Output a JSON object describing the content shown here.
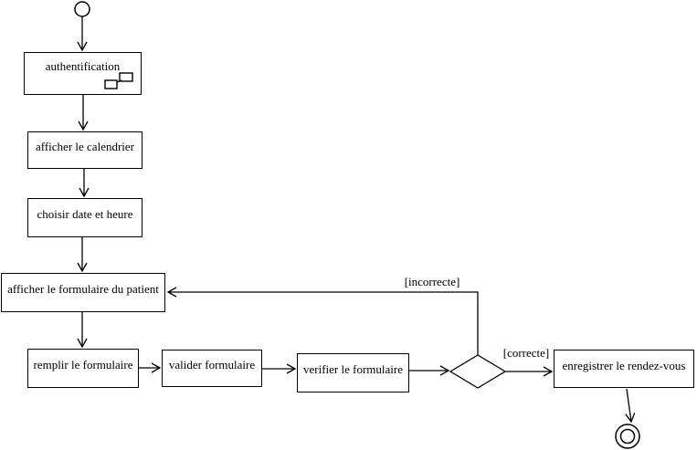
{
  "diagram": {
    "type": "uml-activity-diagram",
    "colors": {
      "stroke": "#000000",
      "node_fill": "#ffffff",
      "background": "#ffffff"
    },
    "nodes": {
      "start": {
        "kind": "initial-node"
      },
      "authentification": {
        "label": "authentification",
        "has_subactivity_icon": true
      },
      "afficher_calendrier": {
        "label": "afficher le calendrier"
      },
      "choisir_date_heure": {
        "label": "choisir date et heure"
      },
      "afficher_formulaire_patient": {
        "label": "afficher le formulaire du patient"
      },
      "remplir_formulaire": {
        "label": "remplir le formulaire"
      },
      "valider_formulaire": {
        "label": "valider formulaire"
      },
      "verifier_formulaire": {
        "label": "verifier le formulaire"
      },
      "decision": {
        "kind": "decision-diamond"
      },
      "enregistrer_rendezvous": {
        "label": "enregistrer le rendez-vous"
      },
      "end": {
        "kind": "final-node"
      }
    },
    "guards": {
      "incorrecte": "[incorrecte]",
      "correcte": "[correcte]"
    },
    "edges": [
      {
        "from": "start",
        "to": "authentification"
      },
      {
        "from": "authentification",
        "to": "afficher_calendrier"
      },
      {
        "from": "afficher_calendrier",
        "to": "choisir_date_heure"
      },
      {
        "from": "choisir_date_heure",
        "to": "afficher_formulaire_patient"
      },
      {
        "from": "afficher_formulaire_patient",
        "to": "remplir_formulaire"
      },
      {
        "from": "remplir_formulaire",
        "to": "valider_formulaire"
      },
      {
        "from": "valider_formulaire",
        "to": "verifier_formulaire"
      },
      {
        "from": "verifier_formulaire",
        "to": "decision"
      },
      {
        "from": "decision",
        "to": "afficher_formulaire_patient",
        "guard": "[incorrecte]"
      },
      {
        "from": "decision",
        "to": "enregistrer_rendezvous",
        "guard": "[correcte]"
      },
      {
        "from": "enregistrer_rendezvous",
        "to": "end"
      }
    ]
  }
}
